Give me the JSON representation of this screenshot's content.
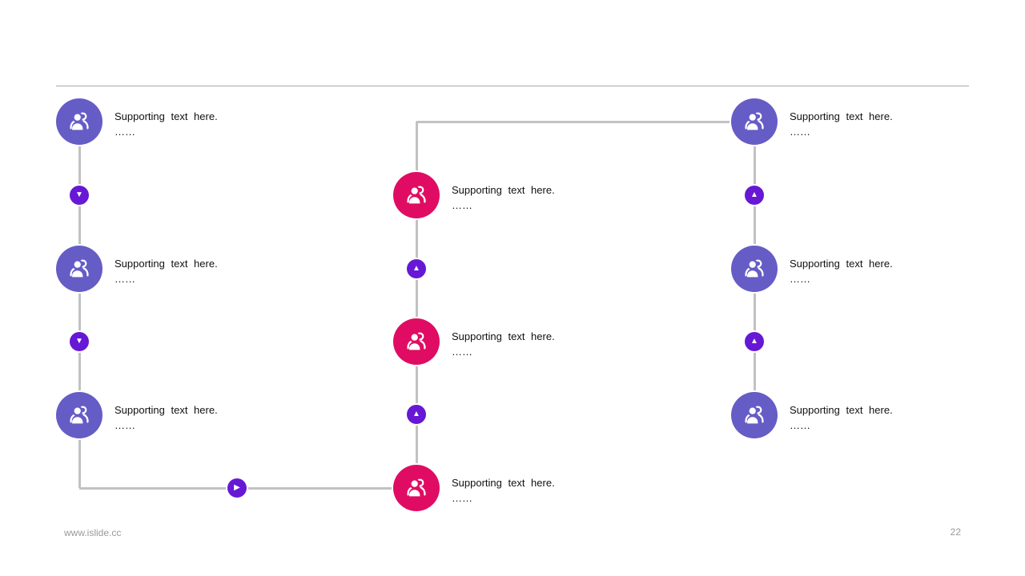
{
  "page": {
    "footer_url": "www.islide.cc",
    "page_number": "22"
  },
  "colors": {
    "node_purple": "#665CC6",
    "node_pink": "#E00C63",
    "arrow_violet": "#6618D5",
    "connector": "#C2C2C2",
    "divider": "#ABABAB",
    "muted_text": "#999999",
    "body_text": "#111111"
  },
  "icons": {
    "node_icon": "people-icon",
    "down": "▼",
    "up": "▲",
    "right": "▶"
  },
  "flow": {
    "left_column": [
      {
        "text": "Supporting text here.",
        "more": "……"
      },
      {
        "text": "Supporting text here.",
        "more": "……"
      },
      {
        "text": "Supporting text here.",
        "more": "……"
      }
    ],
    "center_column": [
      {
        "text": "Supporting text here.",
        "more": "……"
      },
      {
        "text": "Supporting text here.",
        "more": "……"
      },
      {
        "text": "Supporting text here.",
        "more": "……"
      }
    ],
    "right_column": [
      {
        "text": "Supporting text here.",
        "more": "……"
      },
      {
        "text": "Supporting text here.",
        "more": "……"
      },
      {
        "text": "Supporting text here.",
        "more": "……"
      }
    ]
  }
}
